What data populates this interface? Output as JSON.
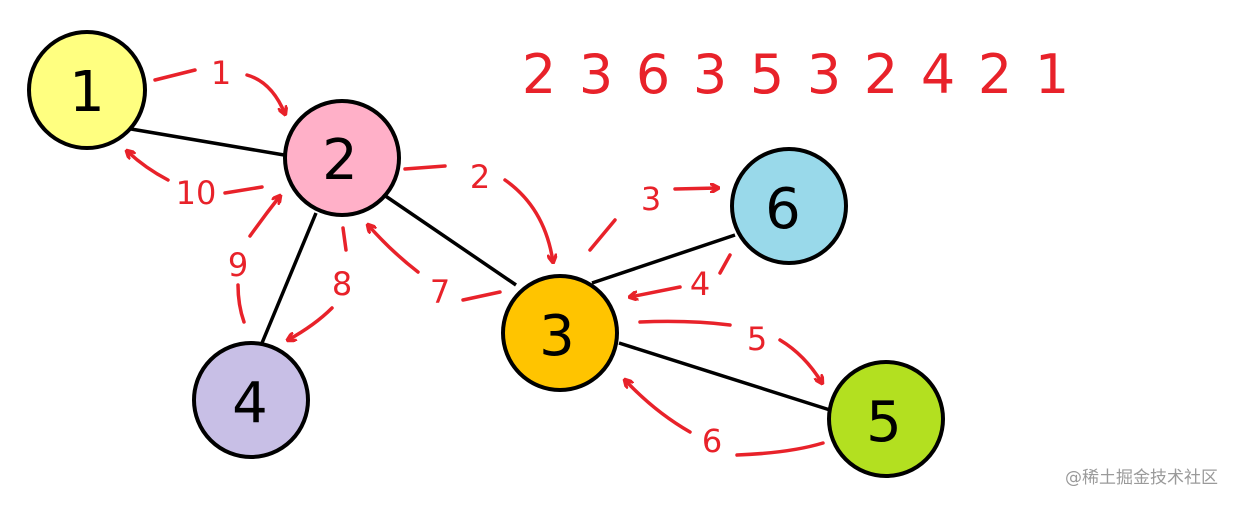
{
  "diagram": {
    "nodes": [
      {
        "id": "1",
        "label": "1",
        "color": "#ffff80"
      },
      {
        "id": "2",
        "label": "2",
        "color": "#ffb0c8"
      },
      {
        "id": "3",
        "label": "3",
        "color": "#ffc400"
      },
      {
        "id": "4",
        "label": "4",
        "color": "#c8bfe6"
      },
      {
        "id": "5",
        "label": "5",
        "color": "#b3e020"
      },
      {
        "id": "6",
        "label": "6",
        "color": "#99d9ea"
      }
    ],
    "edges": [
      {
        "from": "1",
        "to": "2"
      },
      {
        "from": "2",
        "to": "3"
      },
      {
        "from": "2",
        "to": "4"
      },
      {
        "from": "3",
        "to": "6"
      },
      {
        "from": "3",
        "to": "5"
      }
    ],
    "traversal": [
      {
        "step": "1",
        "from": "1",
        "to": "2"
      },
      {
        "step": "2",
        "from": "2",
        "to": "3"
      },
      {
        "step": "3",
        "from": "3",
        "to": "6"
      },
      {
        "step": "4",
        "from": "6",
        "to": "3"
      },
      {
        "step": "5",
        "from": "3",
        "to": "5"
      },
      {
        "step": "6",
        "from": "5",
        "to": "3"
      },
      {
        "step": "7",
        "from": "3",
        "to": "2"
      },
      {
        "step": "8",
        "from": "2",
        "to": "4"
      },
      {
        "step": "9",
        "from": "4",
        "to": "2"
      },
      {
        "step": "10",
        "from": "2",
        "to": "1"
      }
    ],
    "sequence": [
      "2",
      "3",
      "6",
      "3",
      "5",
      "3",
      "2",
      "4",
      "2",
      "1"
    ],
    "edge_color": "#000000",
    "arrow_color": "#e8222a"
  },
  "watermark": "@稀土掘金技术社区"
}
